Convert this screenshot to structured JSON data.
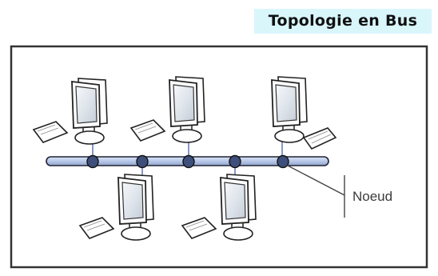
{
  "title": "Topologie en Bus",
  "diagram": {
    "node_label": "Noeud",
    "topology": "bus",
    "workstations_above_bus": 3,
    "workstations_below_bus": 2,
    "bus_connectors": 5
  },
  "colors": {
    "title_background": "#d9f6fb",
    "bus_fill": "#b8c8e8",
    "connector_fill": "#3d4f7a",
    "outline": "#222222",
    "frame": "#333333"
  },
  "icons": {
    "workstation": "computer-monitor-icon",
    "keyboard": "keyboard-icon"
  }
}
